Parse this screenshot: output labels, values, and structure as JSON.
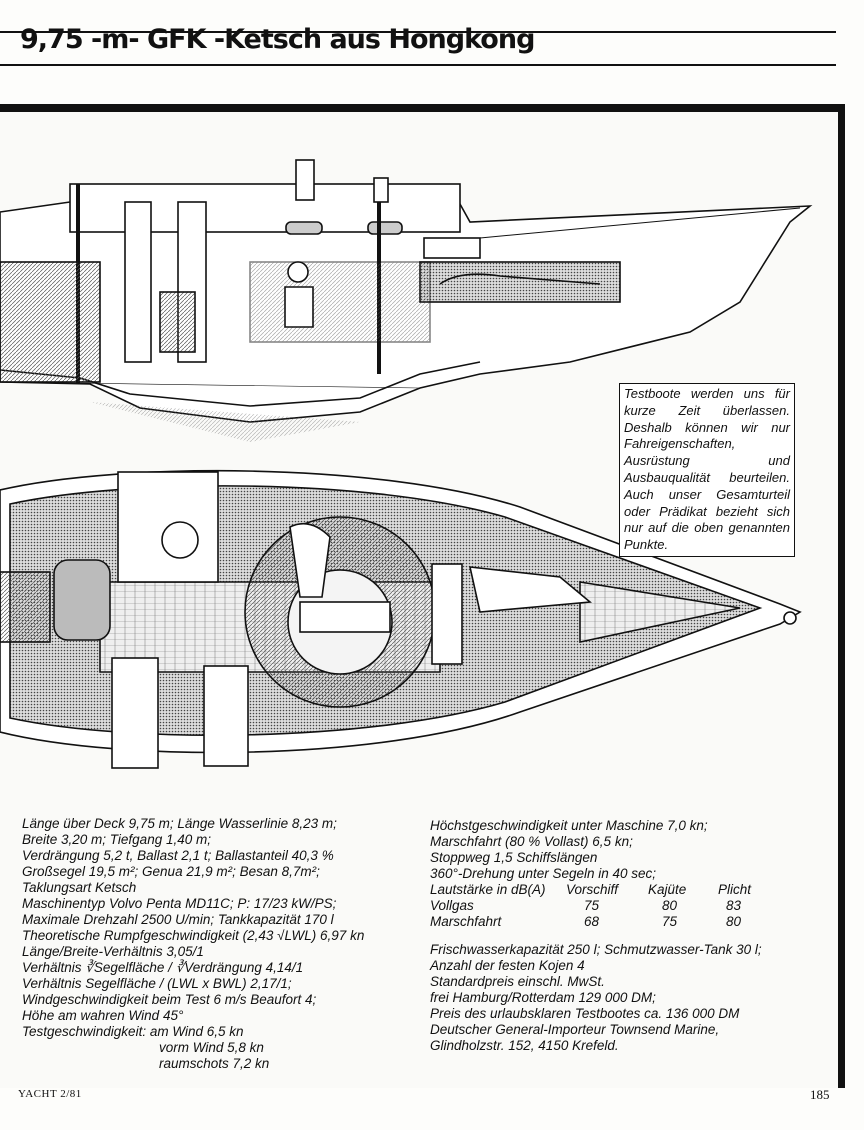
{
  "title": "9,75 -m- GFK -Ketsch aus Hongkong",
  "note": "Testboote werden uns für kurze Zeit überlassen. Deshalb können wir nur Fahreigenschaften, Ausrüstung und Ausbauqualität beurteilen. Auch unser Gesamturteil oder Prädikat bezieht sich nur auf die oben genannten Punkte.",
  "specs_left": [
    "Länge über Deck 9,75 m; Länge Wasserlinie 8,23 m;",
    "Breite 3,20 m; Tiefgang 1,40 m;",
    "Verdrängung 5,2 t, Ballast 2,1 t; Ballastanteil 40,3 %",
    "Großsegel 19,5 m²; Genua 21,9 m²; Besan 8,7m²;",
    "Taklungsart Ketsch",
    "Maschinentyp Volvo Penta MD11C; P: 17/23 kW/PS;",
    "Maximale Drehzahl 2500 U/min; Tankkapazität 170 l",
    "Theoretische Rumpfgeschwindigkeit (2,43 √LWL) 6,97 kn",
    "Länge/Breite-Verhältnis 3,05/1",
    "Verhältnis ∛Segelfläche / ∛Verdrängung 4,14/1",
    "Verhältnis Segelfläche / (LWL x BWL) 2,17/1;",
    "Windgeschwindigkeit beim Test 6 m/s Beaufort 4;",
    "Höhe am wahren Wind 45°",
    "Testgeschwindigkeit: am Wind 6,5 kn"
  ],
  "specs_left_indent": [
    "vorm Wind 5,8 kn",
    "raumschots 7,2 kn"
  ],
  "specs_right_top": [
    "Höchstgeschwindigkeit unter Maschine 7,0 kn;",
    "Marschfahrt (80 % Vollast) 6,5 kn;",
    "Stoppweg 1,5 Schiffslängen",
    "360°-Drehung unter Segeln in 40 sec;"
  ],
  "noise_table": {
    "headers": [
      "Lautstärke in dB(A)",
      "Vorschiff",
      "Kajüte",
      "Plicht"
    ],
    "rows": [
      [
        "Vollgas",
        "75",
        "80",
        "83"
      ],
      [
        "Marschfahrt",
        "68",
        "75",
        "80"
      ]
    ]
  },
  "specs_right_bottom": [
    "Frischwasserkapazität 250 l; Schmutzwasser-Tank 30 l;",
    "Anzahl der festen Kojen 4",
    "Standardpreis einschl. MwSt.",
    "frei Hamburg/Rotterdam 129 000 DM;",
    "Preis des urlaubsklaren Testbootes ca. 136 000 DM",
    "Deutscher General-Importeur Townsend Marine,",
    "Glindholzstr. 152, 4150 Krefeld."
  ],
  "footer": {
    "magazine": "YACHT 2/81",
    "page_number": "185"
  }
}
